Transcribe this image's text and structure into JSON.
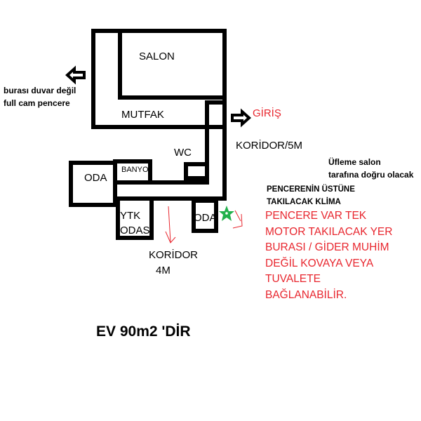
{
  "rooms": {
    "salon": "SALON",
    "mutfak": "MUTFAK",
    "wc": "WC",
    "oda_left": "ODA",
    "banyo": "BANYO",
    "ytk_line1": "YTK",
    "ytk_line2": "ODASI",
    "oda_right": "ODA"
  },
  "labels": {
    "glass_note_line1": "burası duvar değil",
    "glass_note_line2": "full cam pencere",
    "entrance": "GİRİŞ",
    "corridor_vertical": "KORİDOR/5M",
    "corridor_horizontal_line1": "KORİDOR",
    "corridor_horizontal_line2": "4M",
    "airflow_line1": "Üfleme salon",
    "airflow_line2": "tarafına doğru olacak",
    "ac_line1": "PENCERENİN ÜSTÜNE",
    "ac_line2": "TAKILACAK KLİMA",
    "red_note": [
      "PENCERE VAR TEK",
      "MOTOR TAKILACAK YER",
      "BURASI / GİDER MUHİM",
      "DEĞİL KOVAYA VEYA",
      "TUVALETE",
      "BAĞLANABİLİR."
    ],
    "house_size": "EV 90m2 'DİR"
  },
  "colors": {
    "wall": "#000000",
    "note": "#e8262e",
    "star": "#22b14c"
  }
}
